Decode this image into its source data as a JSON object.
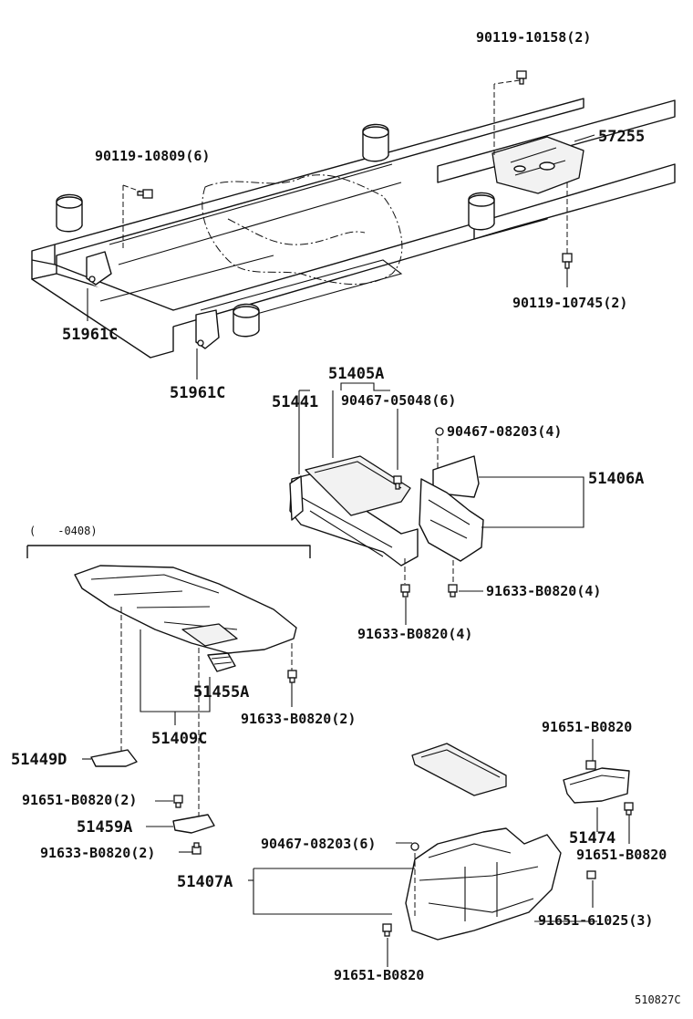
{
  "labels": {
    "p_90119_10158": "90119-10158(2)",
    "p_57255": "57255",
    "p_90119_10809": "90119-10809(6)",
    "p_90119_10745": "90119-10745(2)",
    "p_51961c_left": "51961C",
    "p_51961c_bottom": "51961C",
    "p_51405a": "51405A",
    "p_51441": "51441",
    "p_90467_05048": "90467-05048(6)",
    "p_90467_08203_4": "90467-08203(4)",
    "p_51406a": "51406A",
    "p_91633_b0820_4_right": "91633-B0820(4)",
    "p_91633_b0820_4_center": "91633-B0820(4)",
    "p_range": "(　　-0408)",
    "p_51455a": "51455A",
    "p_91633_b0820_2_right": "91633-B0820(2)",
    "p_51409c": "51409C",
    "p_51449d": "51449D",
    "p_91651_b0820_2": "91651-B0820(2)",
    "p_51459a": "51459A",
    "p_91633_b0820_2_left": "91633-B0820(2)",
    "p_91651_b0820_top": "91651-B0820",
    "p_51474": "51474",
    "p_91651_b0820_side": "91651-B0820",
    "p_90467_08203_6": "90467-08203(6)",
    "p_51407a": "51407A",
    "p_91651_61025": "91651-61025(3)",
    "p_91651_b0820_bottom": "91651-B0820"
  },
  "footer": {
    "diagram_code": "510827C"
  }
}
